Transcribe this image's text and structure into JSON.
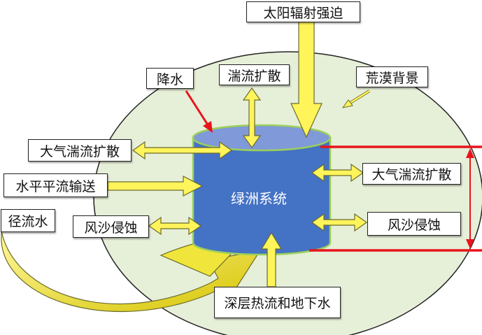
{
  "colors": {
    "desert_fill": "#e6efd8",
    "cylinder_body": "#4472c4",
    "cylinder_top": "#7f99d9",
    "cylinder_rim": "#9ccf5a",
    "arrow_fill": "#fff45a",
    "arrow_stroke": "#6b6b2a",
    "red_line": "#e8141c",
    "runoff_gradient_start": "#fff8a0",
    "runoff_gradient_end": "#d6c400"
  },
  "labels": {
    "solar": "太阳辐射强迫",
    "precip": "降水",
    "turb_top": "湍流扩散",
    "desert_bg": "荒漠背景",
    "atm_turb_left": "大气湍流扩散",
    "horizontal": "水平平流输送",
    "runoff": "径流水",
    "erosion_left": "风沙侵蚀",
    "center": "绿洲系统",
    "atm_turb_right": "大气湍流扩散",
    "erosion_right": "风沙侵蚀",
    "deep": "深层热流和地下水"
  }
}
